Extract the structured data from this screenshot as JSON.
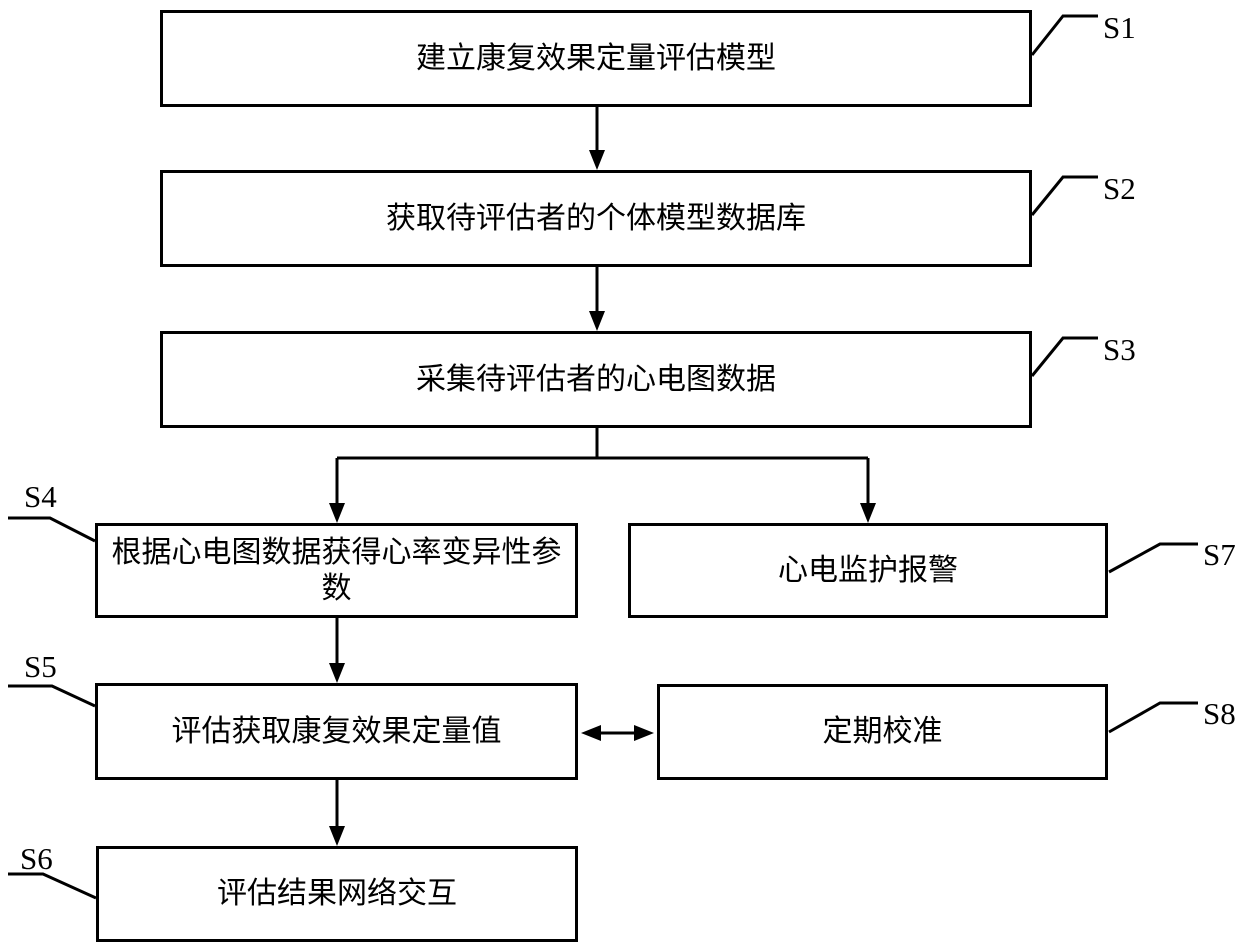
{
  "figure": {
    "type": "flowchart",
    "background": "#ffffff",
    "line_color": "#000000",
    "text_color": "#000000"
  },
  "boxes": {
    "s1": {
      "text": "建立康复效果定量评估模型"
    },
    "s2": {
      "text": "获取待评估者的个体模型数据库"
    },
    "s3": {
      "text": "采集待评估者的心电图数据"
    },
    "s4": {
      "text": "根据心电图数据获得心率变异性参数"
    },
    "s5": {
      "text": "评估获取康复效果定量值"
    },
    "s6": {
      "text": "评估结果网络交互"
    },
    "s7": {
      "text": "心电监护报警"
    },
    "s8": {
      "text": "定期校准"
    }
  },
  "labels": {
    "s1": "S1",
    "s2": "S2",
    "s3": "S3",
    "s4": "S4",
    "s5": "S5",
    "s6": "S6",
    "s7": "S7",
    "s8": "S8"
  },
  "edges": [
    "S1->S2",
    "S2->S3",
    "S3->S4",
    "S3->S7",
    "S4->S5",
    "S5<->S8",
    "S5->S6"
  ]
}
